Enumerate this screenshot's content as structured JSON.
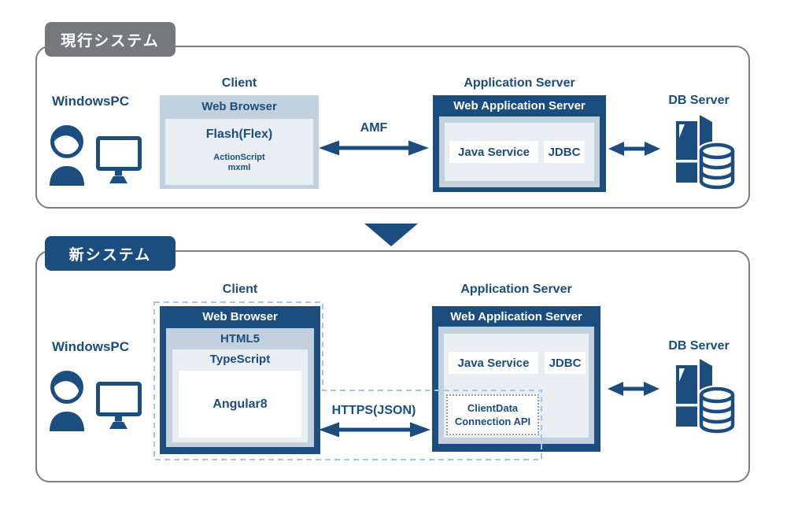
{
  "colors": {
    "navy": "#1b4d7e",
    "label_gray": "#77787b",
    "panel_border": "#7d7d7d",
    "layer_blue": "#c3d0de",
    "layer_light": "#e9eef3",
    "dashed_blue": "#a9c6e0",
    "dotted_gray": "#9b9b9b",
    "white": "#ffffff"
  },
  "icons": {
    "user_monitor": "person-with-monitor-icon",
    "db_server": "server-tower-with-database-icon",
    "transition": "down-triangle-icon",
    "protocol_arrow": "double-headed-arrow-icon"
  },
  "current": {
    "section_label": "現行システム",
    "pc_label": "WindowsPC",
    "client_title": "Client",
    "client_header": "Web Browser",
    "client_tech": "Flash(Flex)",
    "client_sub1": "ActionScript",
    "client_sub2": "mxml",
    "protocol_label": "AMF",
    "server_title": "Application Server",
    "server_header": "Web Application Server",
    "server_service": "Java Service",
    "server_driver": "JDBC",
    "db_label": "DB Server"
  },
  "new": {
    "section_label": "新システム",
    "pc_label": "WindowsPC",
    "client_title": "Client",
    "client_header": "Web Browser",
    "client_layer1": "HTML5",
    "client_layer2": "TypeScript",
    "client_framework": "Angular8",
    "protocol_label": "HTTPS(JSON)",
    "server_title": "Application Server",
    "server_header": "Web Application Server",
    "server_service": "Java Service",
    "server_driver": "JDBC",
    "api_line1": "ClientData",
    "api_line2": "Connection API",
    "db_label": "DB Server"
  }
}
